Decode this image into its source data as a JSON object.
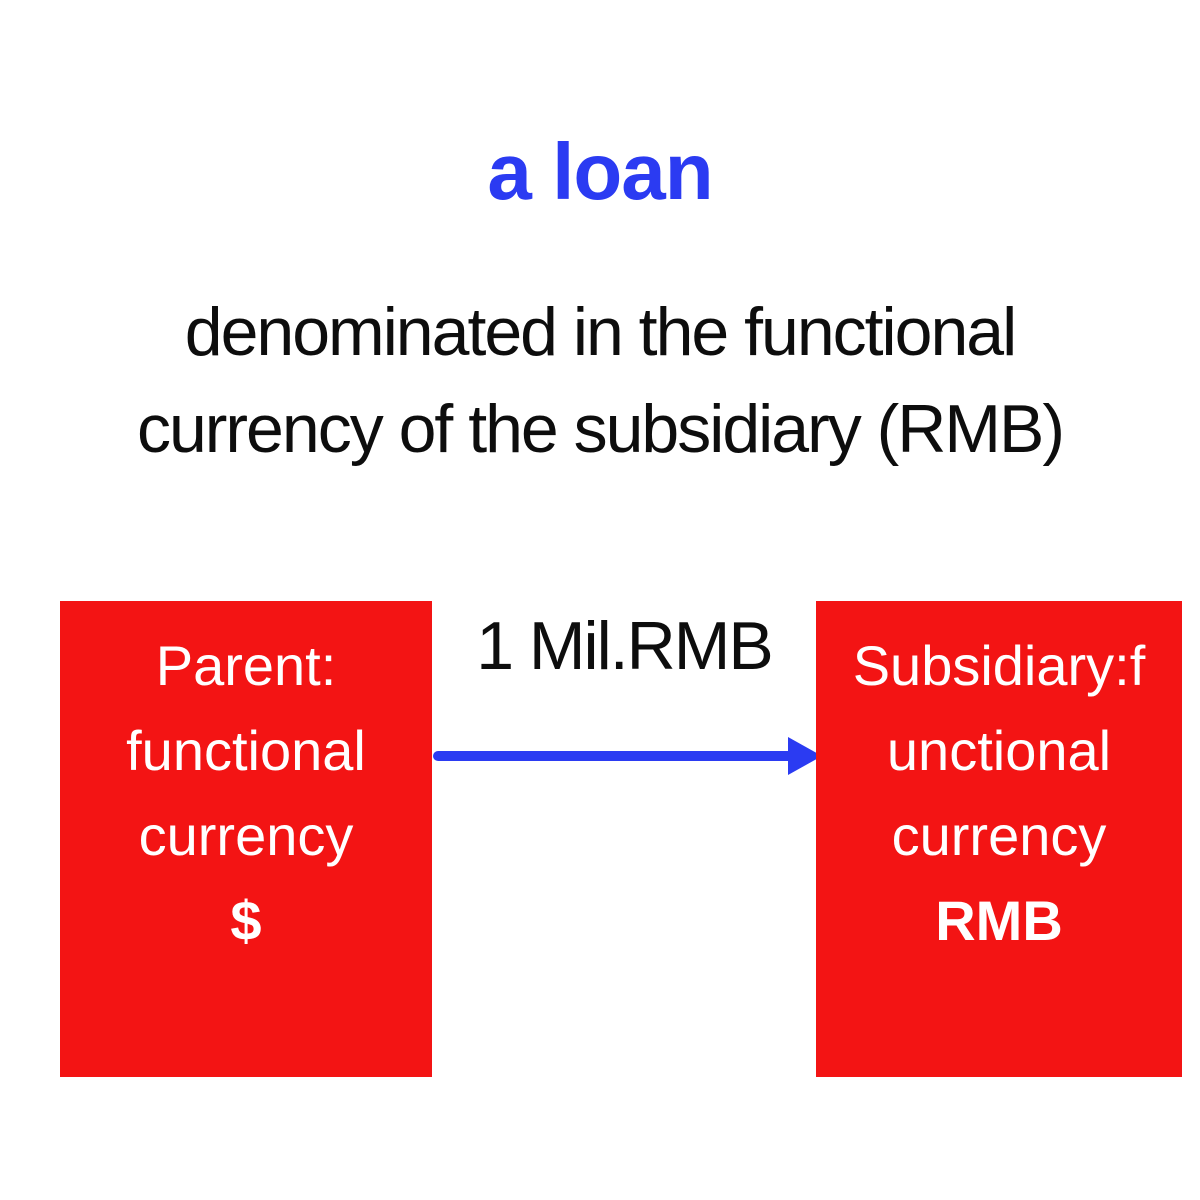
{
  "title": "a loan",
  "subtitle": {
    "line1": "denominated in the functional",
    "line2": "currency of the subsidiary (RMB)"
  },
  "flow": {
    "label": "1 Mil.RMB",
    "direction": "parent-to-subsidiary"
  },
  "parent_box": {
    "line1": "Parent:",
    "line2": "functional",
    "line3": "currency",
    "currency": "$"
  },
  "subsidiary_box": {
    "line1": "Subsidiary:f",
    "line2": "unctional",
    "line3": "currency",
    "currency": "RMB"
  },
  "colors": {
    "accent_blue": "#2B3BF2",
    "box_red": "#F31414",
    "text_black": "#0D0D0D",
    "box_text_white": "#FFFFFF"
  }
}
